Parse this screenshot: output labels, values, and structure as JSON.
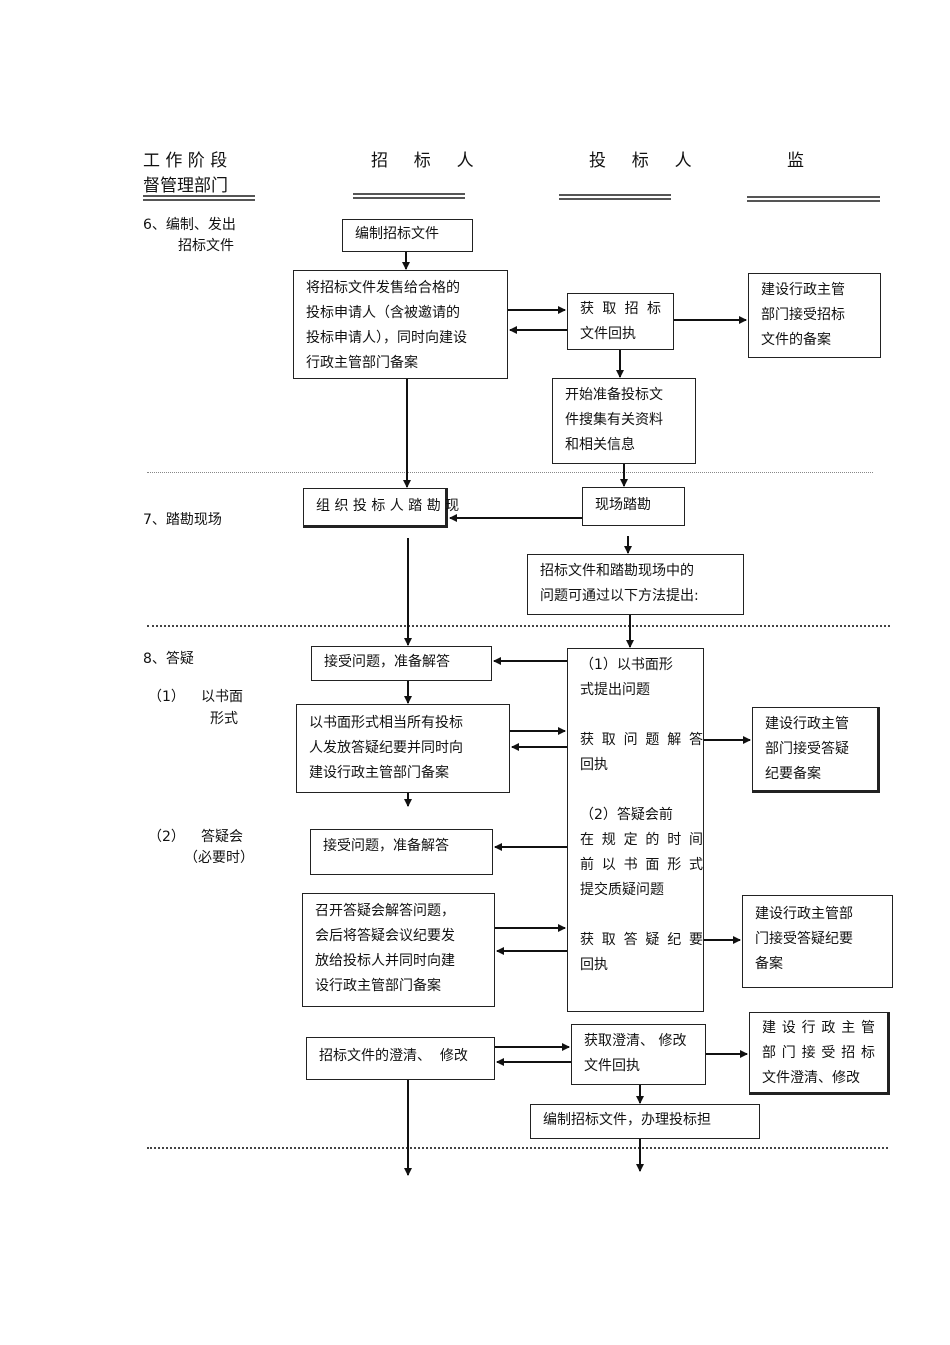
{
  "headers": {
    "stage": "工 作 阶 段",
    "stage_line2": "督管理部门",
    "tenderer": "招 标 人",
    "bidder": "投 标 人",
    "supervisor": "监"
  },
  "stages": {
    "s6_line1": "6、编制、发出",
    "s6_line2": "招标文件",
    "s7": "7、踏勘现场",
    "s8": "8、答疑",
    "s8_1_num": "（1）",
    "s8_1_line1": "以书面",
    "s8_1_line2": "形式",
    "s8_2_num": "（2）",
    "s8_2_line1": "答疑会",
    "s8_2_line2": "（必要时）"
  },
  "boxes": {
    "compile_doc": [
      "编制招标文件"
    ],
    "sell_doc": [
      "将招标文件发售给合格的",
      "投标申请人（含被邀请的",
      "投标申请人），同时向建设",
      "行政主管部门备案"
    ],
    "get_doc_receipt": [
      "获 取 招 标",
      "文件回执"
    ],
    "auth_record_doc": [
      "建设行政主管",
      "部门接受招标",
      "文件的备案"
    ],
    "prepare_bid": [
      "开始准备投标文",
      "件搜集有关资料",
      "和相关信息"
    ],
    "organize_visit": [
      "组 织 投 标 人 踏 勘 现"
    ],
    "site_visit": [
      "现场踏勘"
    ],
    "questions_method": [
      "招标文件和踏勘现场中的",
      "问题可通过以下方法提出:"
    ],
    "receive_q1": [
      "接受问题，准备解答"
    ],
    "written_reply": [
      "以书面形式相当所有投标",
      "人发放答疑纪要并同时向",
      "建设行政主管部门备案"
    ],
    "bidder_column": [
      "（1）以书面形",
      "式提出问题",
      "",
      "获 取 问 题 解 答",
      "回执",
      "",
      "（2）答疑会前",
      "在 规 定 的 时 间",
      "前 以 书 面 形 式",
      "提交质疑问题",
      "",
      "获 取 答 疑 纪 要",
      "回执"
    ],
    "auth_record_reply": [
      "建设行政主管",
      "部门接受答疑",
      "纪要备案"
    ],
    "receive_q2": [
      "接受问题，准备解答"
    ],
    "hold_meeting": [
      "召开答疑会解答问题，",
      "会后将答疑会议纪要发",
      "放给投标人并同时向建",
      "设行政主管部门备案"
    ],
    "auth_record_meeting": [
      "建设行政主管部",
      "门接受答疑纪要",
      "备案"
    ],
    "clarify_modify": [
      "招标文件的澄清、  修改"
    ],
    "get_clarify_receipt": [
      "获取澄清、 修改",
      "文件回执"
    ],
    "auth_record_clarify": [
      "建 设 行 政 主 管",
      "部 门 接 受 招 标",
      "文件澄清、修改"
    ],
    "compile_bid_guarantee": [
      "编制招标文件，办理投标担"
    ]
  }
}
